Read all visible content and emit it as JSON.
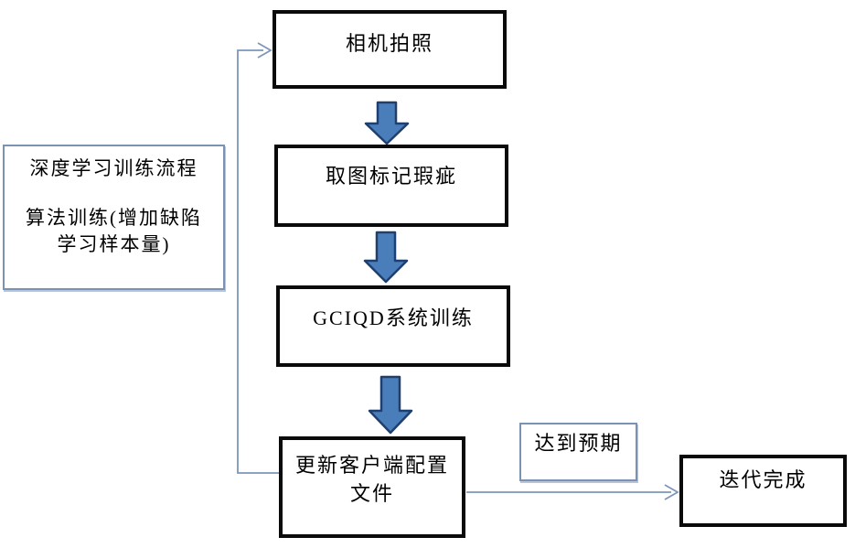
{
  "nodes": {
    "camera": {
      "label": "相机拍照"
    },
    "mark_defects": {
      "label": "取图标记瑕疵"
    },
    "system_training": {
      "label": "GCIQD系统训练"
    },
    "update_config": {
      "lines": [
        "更新客户端配置",
        "文件"
      ]
    },
    "process_note": {
      "lines": [
        "深度学习训练流程",
        "算法训练(增加缺陷",
        "学习样本量)"
      ]
    },
    "expectation": {
      "label": "达到预期"
    },
    "iteration_done": {
      "label": "迭代完成"
    }
  },
  "colors": {
    "arrow_fill": "#4a7ebb",
    "arrow_border": "#1f3f6e",
    "connector": "#7d96bb",
    "box_border": "#0a0a0a",
    "note_border": "#7a93b5",
    "text": "#000000"
  }
}
